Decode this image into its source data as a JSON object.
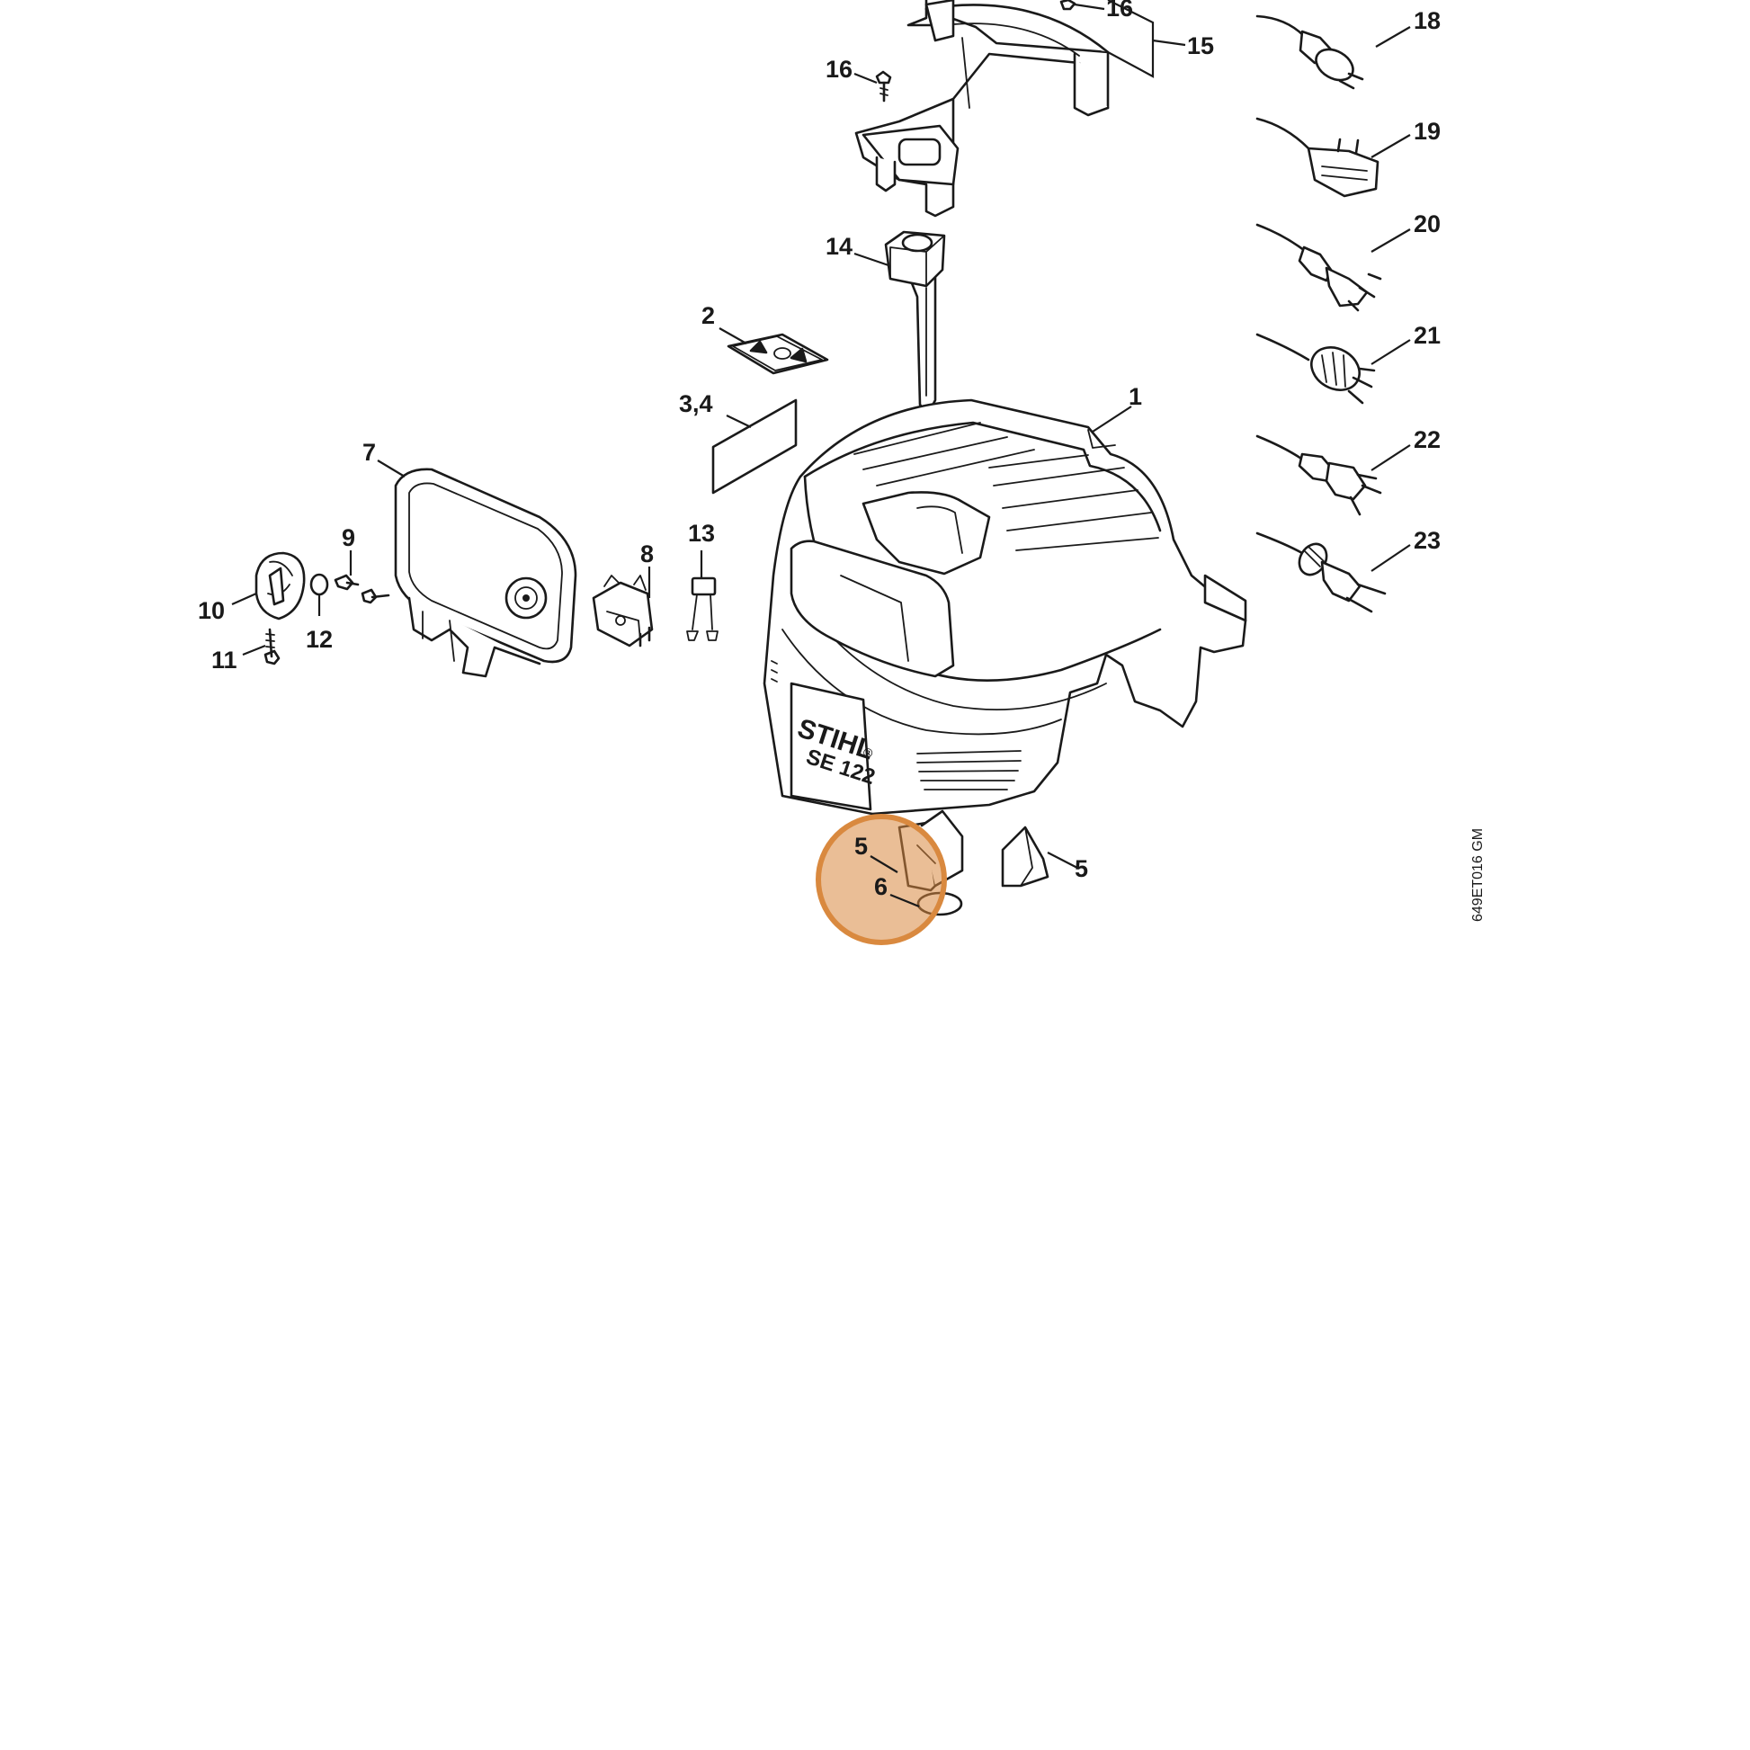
{
  "drawing": {
    "code": "649ET016 GM",
    "highlight_color": "#d9893f",
    "line_color": "#1a1a1a"
  },
  "housing": {
    "brand": "STIHL",
    "model": "SE 122",
    "registered_mark": "®"
  },
  "callouts": {
    "c1": "1",
    "c2": "2",
    "c34": "3,4",
    "c5a": "5",
    "c5b": "5",
    "c6": "6",
    "c7": "7",
    "c8": "8",
    "c9": "9",
    "c10": "10",
    "c11": "11",
    "c12": "12",
    "c13": "13",
    "c14": "14",
    "c15": "15",
    "c16a": "16",
    "c16b": "16",
    "c18": "18",
    "c19": "19",
    "c20": "20",
    "c21": "21",
    "c22": "22",
    "c23": "23"
  }
}
